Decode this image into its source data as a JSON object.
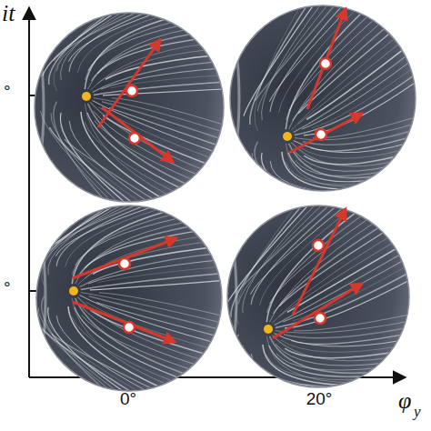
{
  "diagram": {
    "labels": [
      "it",
      "°",
      "°",
      "0°",
      "20°",
      "φ",
      "y"
    ]
  }
}
